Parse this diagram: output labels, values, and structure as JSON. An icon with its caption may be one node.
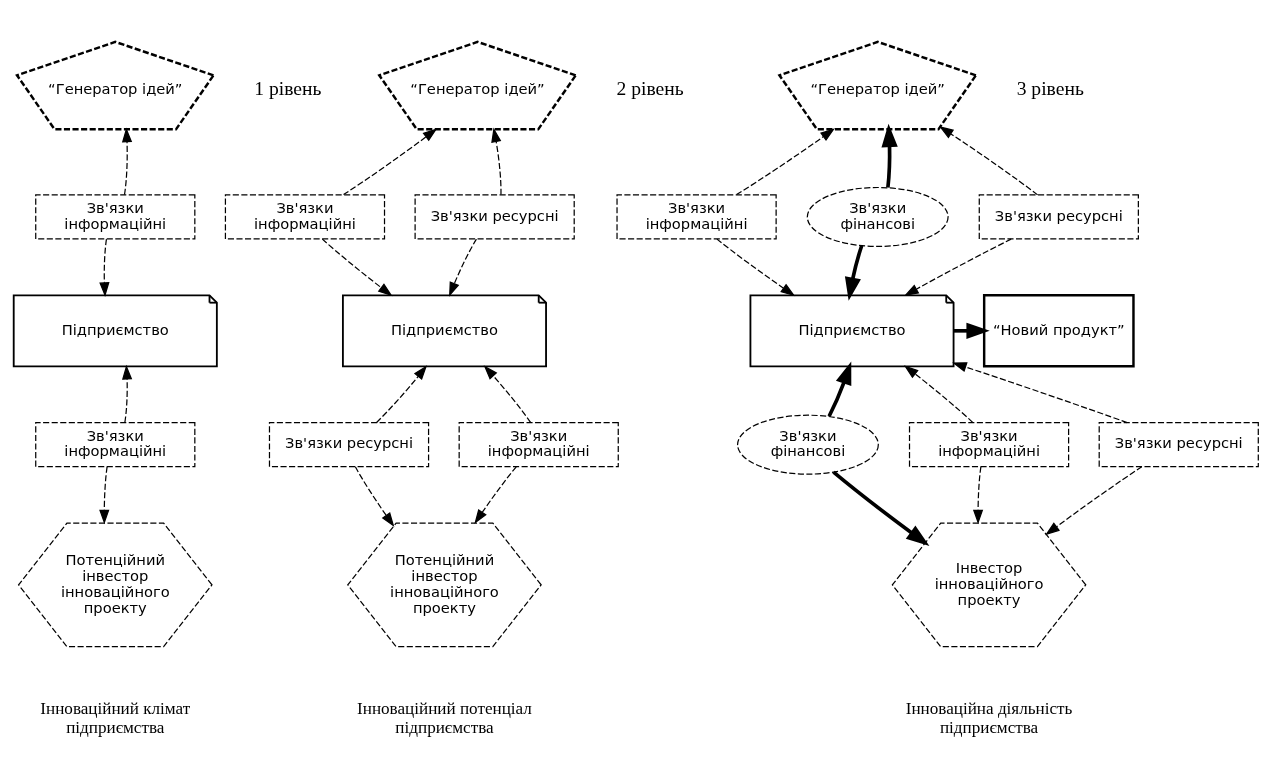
{
  "diagram": {
    "nodes": [
      {
        "text": [
          "“Генератор ідей”"
        ]
      },
      {
        "text": [
          "Зв'язки інформаційні"
        ]
      },
      {
        "text": [
          "Підприємство"
        ]
      },
      {
        "text": [
          "Зв'язки інформаційні"
        ]
      },
      {
        "text": [
          "Потенційний інвестор інноваційного проекту"
        ]
      },
      {
        "text": [
          "“Генератор ідей”"
        ]
      },
      {
        "text": [
          "Зв'язки інформаційні"
        ]
      },
      {
        "text": [
          "Зв'язки ресурсні"
        ]
      },
      {
        "text": [
          "Підприємство"
        ]
      },
      {
        "text": [
          "Зв'язки ресурсні"
        ]
      },
      {
        "text": [
          "Зв'язки інформаційні"
        ]
      },
      {
        "text": [
          "Потенційний інвестор інноваційного проекту"
        ]
      },
      {
        "text": [
          "“Генератор ідей”"
        ]
      },
      {
        "text": [
          "Зв'язки інформаційні"
        ]
      },
      {
        "text": [
          "Зв'язки фінансові"
        ]
      },
      {
        "text": [
          "Зв'язки ресурсні"
        ]
      },
      {
        "text": [
          "Підприємство"
        ]
      },
      {
        "text": [
          "“Новий продукт”"
        ]
      },
      {
        "text": [
          "Зв'язки фінансові"
        ]
      },
      {
        "text": [
          "Зв'язки інформаційні"
        ]
      },
      {
        "text": [
          "Зв'язки ресурсні"
        ]
      },
      {
        "text": [
          "Інвестор інноваційного проекту"
        ]
      }
    ],
    "edges": [
      {
        "from": 1,
        "to": 0,
        "arrow": "to",
        "style": "dashed"
      },
      {
        "from": 1,
        "to": 2,
        "arrow": "to",
        "style": "dashed"
      },
      {
        "from": 3,
        "to": 2,
        "arrow": "to",
        "style": "dashed"
      },
      {
        "from": 3,
        "to": 4,
        "arrow": "to",
        "style": "dashed"
      },
      {
        "from": 6,
        "to": 5,
        "arrow": "to",
        "style": "dashed"
      },
      {
        "from": 6,
        "to": 8,
        "arrow": "to",
        "style": "dashed"
      },
      {
        "from": 7,
        "to": 5,
        "arrow": "to",
        "style": "dashed"
      },
      {
        "from": 7,
        "to": 8,
        "arrow": "to",
        "style": "dashed"
      },
      {
        "from": 9,
        "to": 8,
        "arrow": "to",
        "style": "dashed"
      },
      {
        "from": 9,
        "to": 11,
        "arrow": "to",
        "style": "dashed"
      },
      {
        "from": 10,
        "to": 8,
        "arrow": "to",
        "style": "dashed"
      },
      {
        "from": 10,
        "to": 11,
        "arrow": "to",
        "style": "dashed"
      },
      {
        "from": 13,
        "to": 12,
        "arrow": "to",
        "style": "dashed"
      },
      {
        "from": 13,
        "to": 16,
        "arrow": "to",
        "style": "dashed"
      },
      {
        "from": 14,
        "to": 12,
        "arrow": "to",
        "style": "thick"
      },
      {
        "from": 14,
        "to": 16,
        "arrow": "to",
        "style": "thick"
      },
      {
        "from": 15,
        "to": 12,
        "arrow": "to",
        "style": "dashed"
      },
      {
        "from": 15,
        "to": 16,
        "arrow": "to",
        "style": "dashed"
      },
      {
        "from": 16,
        "to": 17,
        "arrow": "to",
        "style": "thick"
      },
      {
        "from": 18,
        "to": 16,
        "arrow": "to",
        "style": "thick"
      },
      {
        "from": 18,
        "to": 21,
        "arrow": "to",
        "style": "thick"
      },
      {
        "from": 19,
        "to": 16,
        "arrow": "to",
        "style": "dashed"
      },
      {
        "from": 19,
        "to": 21,
        "arrow": "to",
        "style": "dashed"
      },
      {
        "from": 20,
        "to": 16,
        "arrow": "to",
        "style": "dashed"
      },
      {
        "from": 20,
        "to": 21,
        "arrow": "to",
        "style": "dashed"
      }
    ],
    "labels": [
      "1 рівень",
      "2 рівень",
      "3 рівень",
      "Інноваційний клімат підприємства",
      "Інноваційний потенціал підприємства",
      "Інноваційна діяльність підприємства"
    ]
  }
}
